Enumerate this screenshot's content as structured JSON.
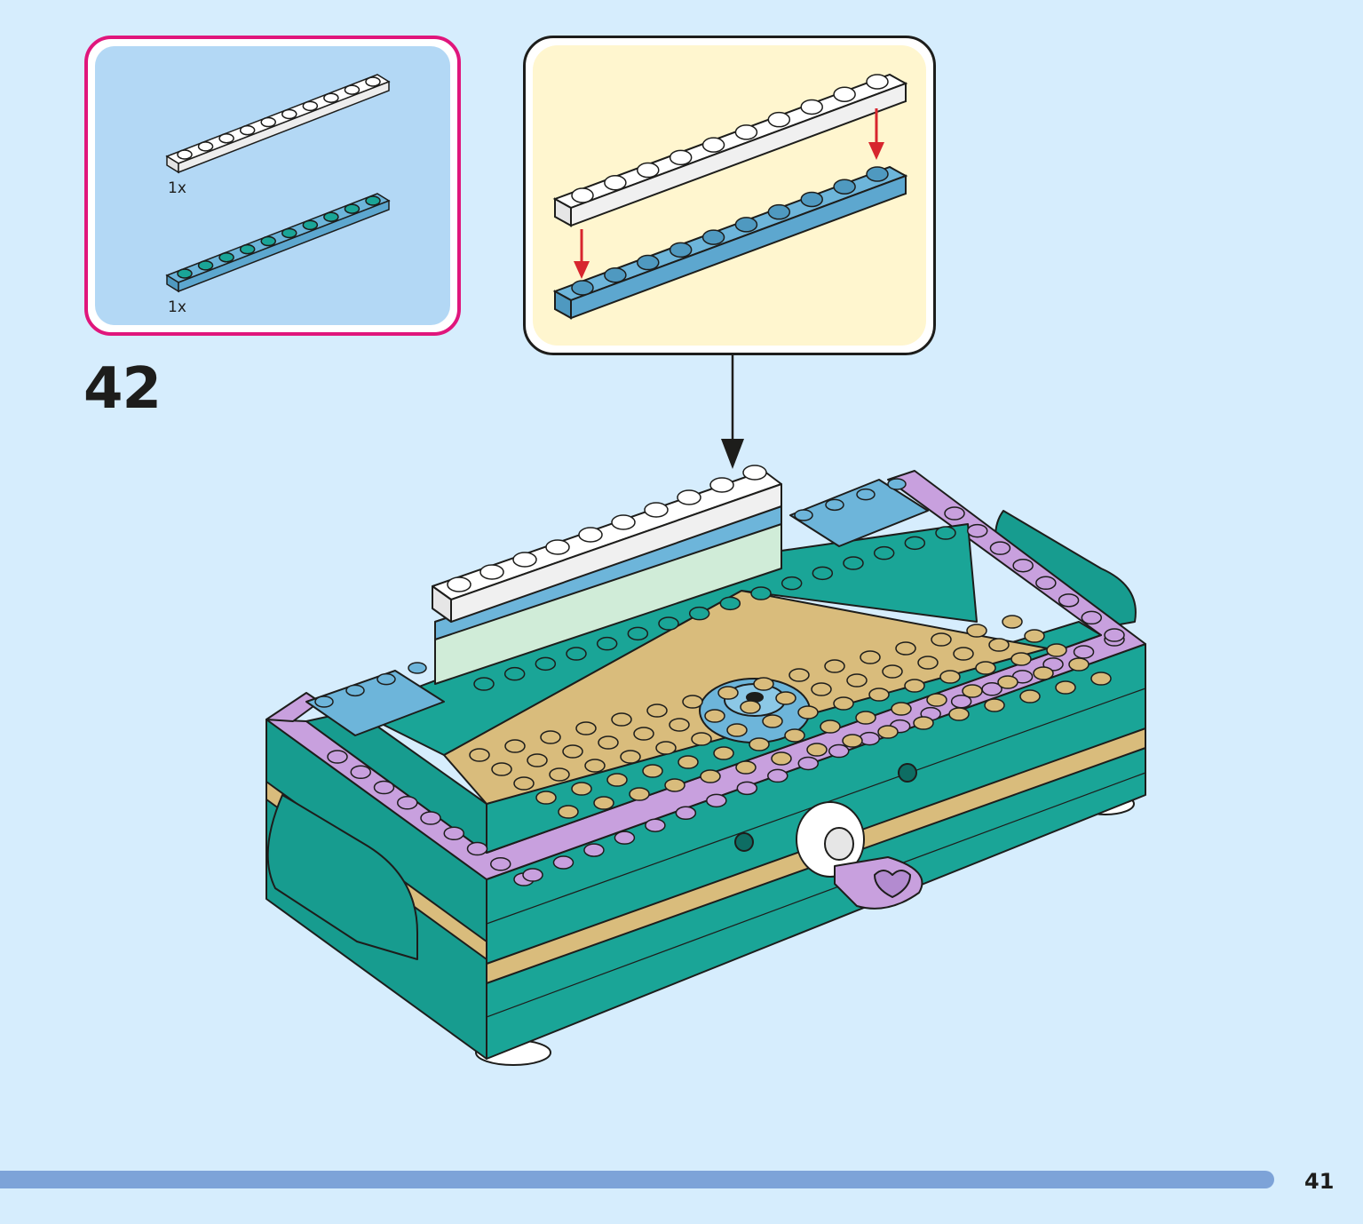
{
  "parts_list": {
    "items": [
      {
        "quantity": "1x",
        "color": "#ffffff",
        "studs": 10
      },
      {
        "quantity": "1x",
        "color": "#6db5da",
        "studs": 10
      }
    ]
  },
  "step": {
    "number": "42"
  },
  "page": {
    "number": "41"
  },
  "colors": {
    "background": "#d6edfd",
    "parts_border": "#e0167c",
    "parts_fill": "#b3d8f5",
    "subassembly_fill": "#fff6cf",
    "arrow_red": "#d7262e",
    "teal": "#1aa597",
    "lavender": "#c8a0de",
    "tan": "#d9bc7c",
    "light_blue": "#6db5da",
    "progress_bar": "#7da3d8"
  }
}
